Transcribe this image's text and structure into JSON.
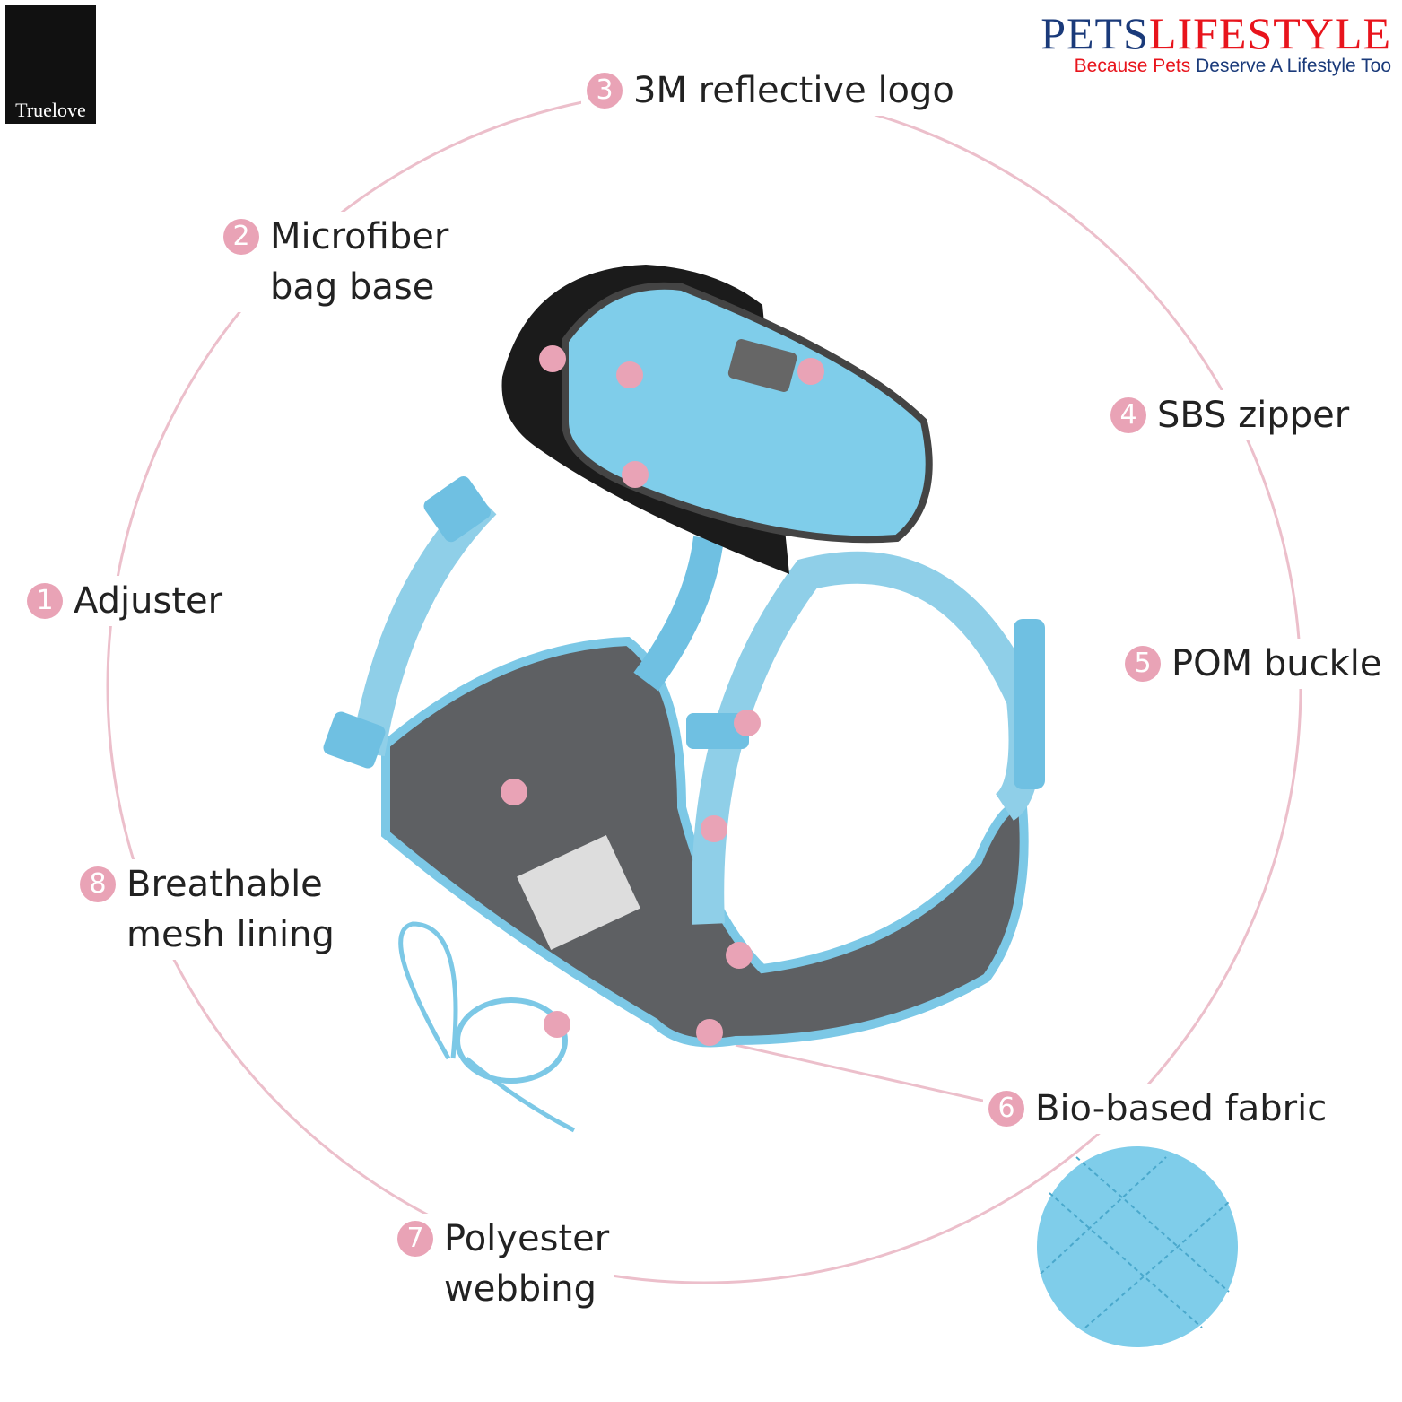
{
  "brand_logo": {
    "text": "Truelove"
  },
  "store_logo": {
    "part1": "PETS",
    "part2": "LIFESTYLE",
    "tagline_red": "Because Pets",
    "tagline_blue": "Deserve A Lifestyle Too"
  },
  "features": [
    {
      "num": "1",
      "text": "Adjuster"
    },
    {
      "num": "2",
      "text": "Microfiber\nbag base"
    },
    {
      "num": "3",
      "text": "3M reflective logo"
    },
    {
      "num": "4",
      "text": "SBS zipper"
    },
    {
      "num": "5",
      "text": "POM buckle"
    },
    {
      "num": "6",
      "text": "Bio-based fabric"
    },
    {
      "num": "7",
      "text": "Polyester\nwebbing"
    },
    {
      "num": "8",
      "text": "Breathable\nmesh lining"
    }
  ],
  "colors": {
    "accent_pink": "#e9a3b6",
    "harness_blue": "#7cc8e6",
    "mesh_grey": "#5e6063",
    "logo_blue": "#1a3a7a",
    "logo_red": "#e8141c"
  }
}
